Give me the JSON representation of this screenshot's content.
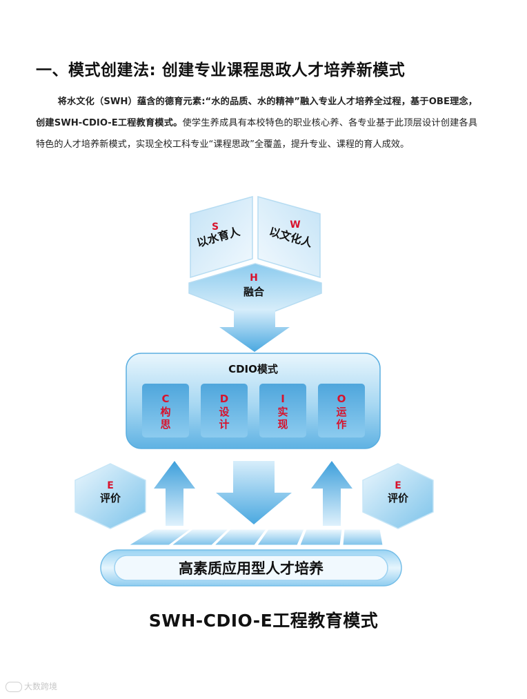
{
  "heading": "一、模式创建法: 创建专业课程思政人才培养新模式",
  "paragraph": {
    "bold_part": "将水文化（SWH）蕴含的德育元素:“水的品质、水的精神”融入专业人才培养全过程，基于OBE理念，创建SWH-CDIO-E工程教育模式。",
    "normal_part": "使学生养成具有本校特色的职业核心养、各专业基于此顶层设计创建各具特色的人才培养新模式，实现全校工科专业“课程思政”全覆盖，提升专业、课程的育人成效。"
  },
  "diagram": {
    "cube": {
      "left_face": {
        "letter": "S",
        "text": "以水育人"
      },
      "right_face": {
        "letter": "W",
        "text": "以文化人"
      },
      "bottom_face": {
        "letter": "H",
        "text": "融合"
      }
    },
    "cdio": {
      "title": "CDIO模式",
      "items": [
        {
          "letter": "C",
          "text": "构思"
        },
        {
          "letter": "D",
          "text": "设计"
        },
        {
          "letter": "I",
          "text": "实现"
        },
        {
          "letter": "O",
          "text": "运作"
        }
      ]
    },
    "left_hex": {
      "letter": "E",
      "text": "评价"
    },
    "right_hex": {
      "letter": "E",
      "text": "评价"
    },
    "base_label": "高素质应用型人才培养"
  },
  "caption": "SWH-CDIO-E工程教育模式",
  "watermark": "大数跨境",
  "colors": {
    "accent_red": "#d8122c",
    "blue_light": "#d8eefb",
    "blue_mid": "#7cc3ea",
    "blue_dark": "#3a9ad6"
  }
}
